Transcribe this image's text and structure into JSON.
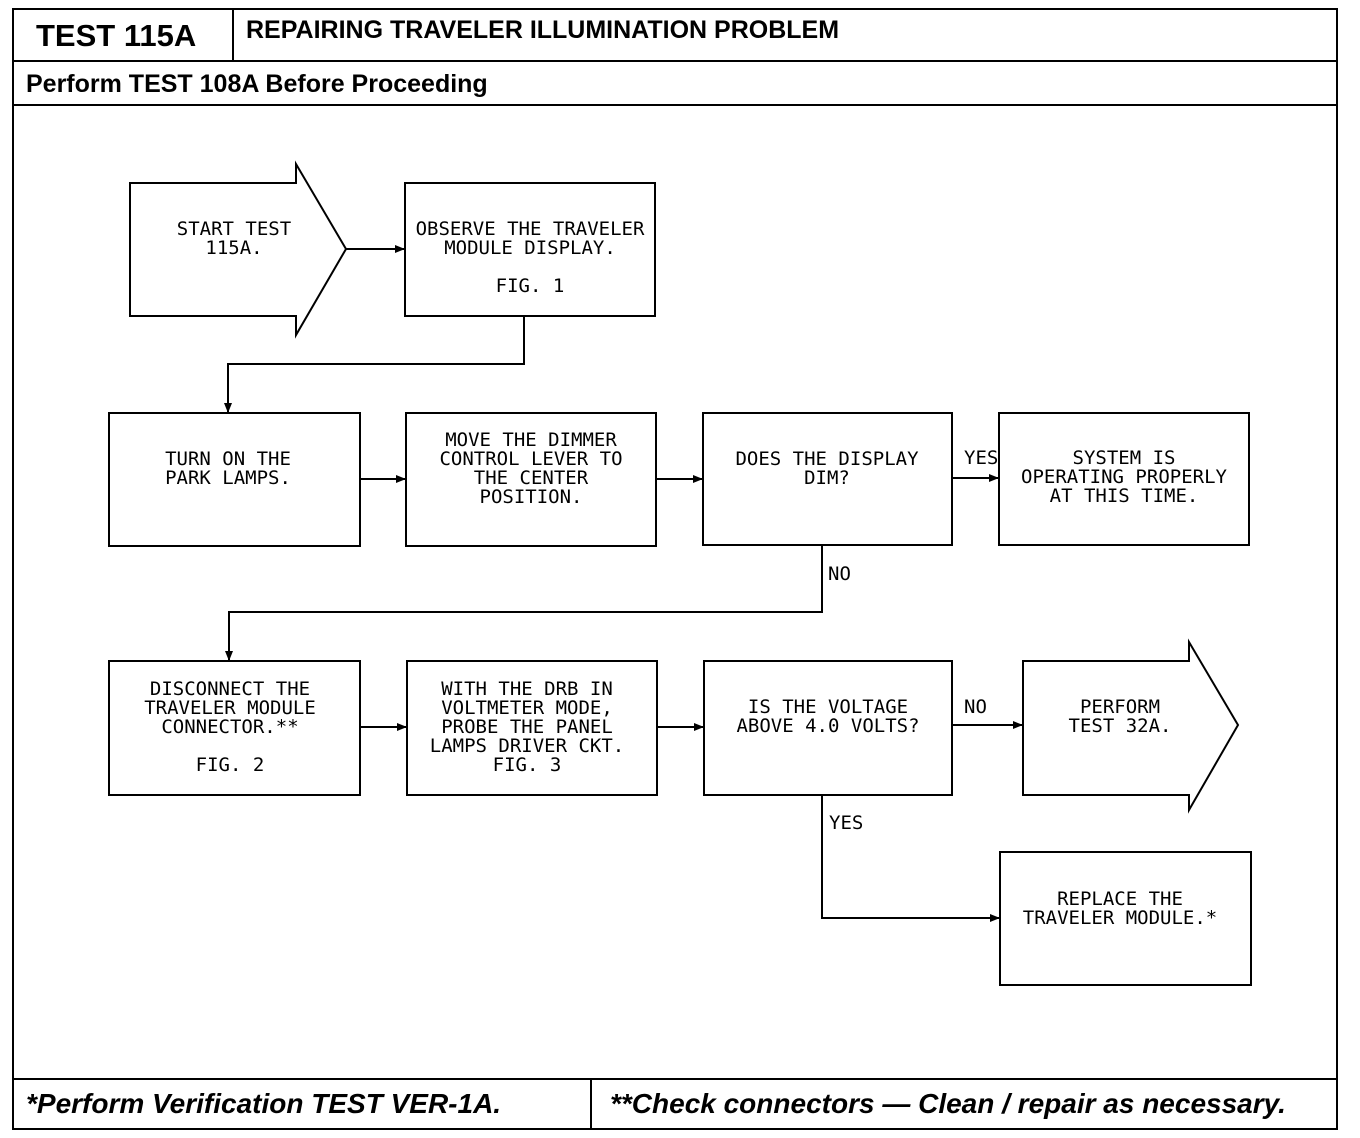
{
  "header": {
    "test_id": "TEST 115A",
    "title": "REPAIRING TRAVELER ILLUMINATION PROBLEM",
    "prerequisite": "Perform TEST 108A Before Proceeding"
  },
  "footer": {
    "note_single": "*Perform Verification TEST VER-1A.",
    "note_double": "**Check connectors — Clean / repair as necessary."
  },
  "flowchart": {
    "nodes": {
      "start": [
        "START TEST",
        "115A."
      ],
      "observe": [
        "OBSERVE THE TRAVELER",
        "MODULE DISPLAY.",
        "",
        "FIG. 1"
      ],
      "park_lamps": [
        "TURN ON THE",
        "PARK LAMPS."
      ],
      "dimmer": [
        "MOVE THE DIMMER",
        "CONTROL LEVER TO",
        "THE CENTER",
        "POSITION."
      ],
      "display_dim": [
        "DOES THE DISPLAY",
        "DIM?"
      ],
      "system_ok": [
        "SYSTEM IS",
        "OPERATING PROPERLY",
        "AT THIS TIME."
      ],
      "disconnect": [
        "DISCONNECT THE",
        "TRAVELER MODULE",
        "CONNECTOR.**",
        "",
        "FIG. 2"
      ],
      "probe": [
        "WITH THE DRB IN",
        "VOLTMETER MODE,",
        "PROBE THE PANEL",
        "LAMPS DRIVER CKT.",
        "FIG. 3"
      ],
      "voltage": [
        "IS THE VOLTAGE",
        "ABOVE 4.0 VOLTS?"
      ],
      "perform32": [
        "PERFORM",
        "TEST 32A."
      ],
      "replace": [
        "REPLACE THE",
        "TRAVELER MODULE.*"
      ]
    },
    "edge_labels": {
      "dim_yes": "YES",
      "dim_no": "NO",
      "volt_no": "NO",
      "volt_yes": "YES"
    }
  }
}
